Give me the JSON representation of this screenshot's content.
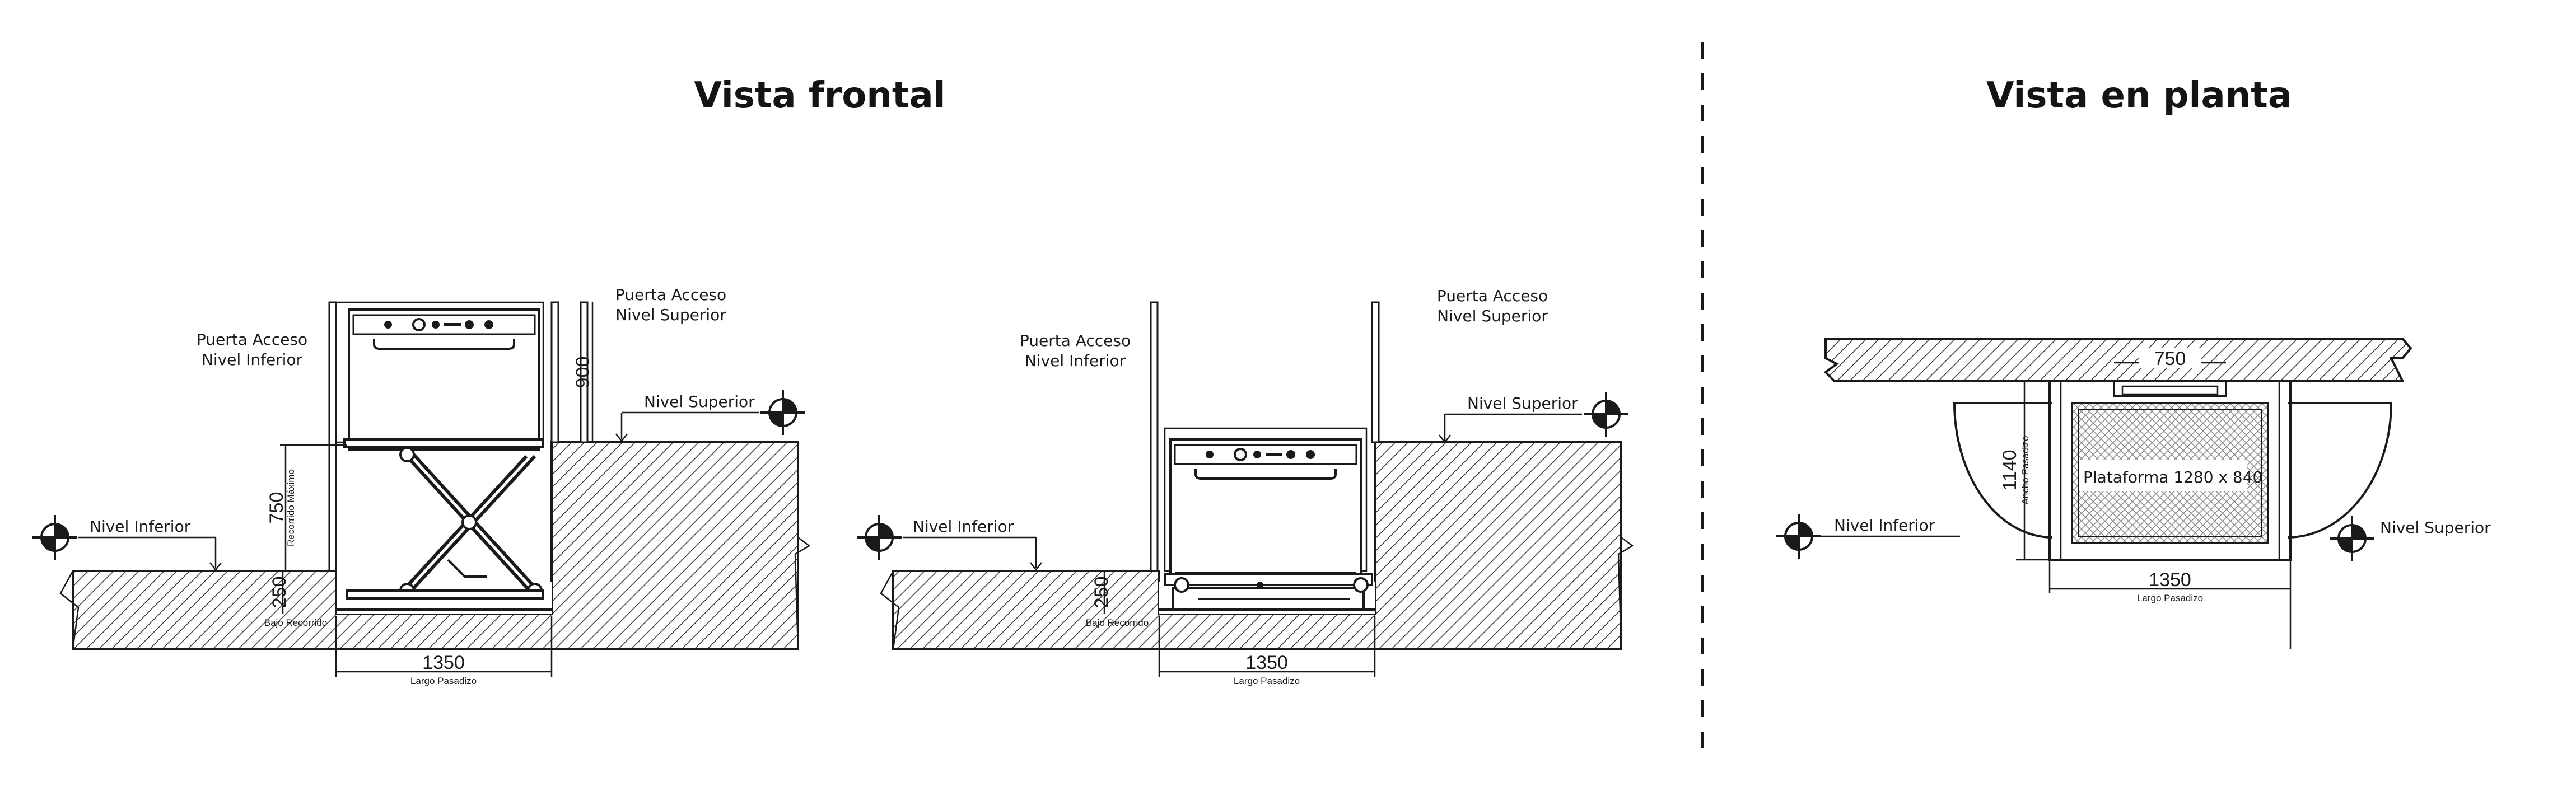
{
  "views": {
    "front_title": "Vista frontal",
    "plan_title": "Vista en planta"
  },
  "labels": {
    "door_lower": [
      "Puerta Acceso",
      "Nivel Inferior"
    ],
    "door_upper": [
      "Puerta Acceso",
      "Nivel Superior"
    ],
    "level_lower": "Nivel Inferior",
    "level_upper": "Nivel Superior",
    "platform": "Plataforma 1280 x 840"
  },
  "dimensions": {
    "pit_length": "1350",
    "pit_length_label": "Largo Pasadizo",
    "pit_depth": "250",
    "pit_depth_label": "Bajo Recorrido",
    "travel": "750",
    "travel_label": "Recorrido Máximo",
    "door_height": "900",
    "pit_width": "1140",
    "pit_width_label": "Ancho Pasadizo",
    "door_width": "750"
  }
}
